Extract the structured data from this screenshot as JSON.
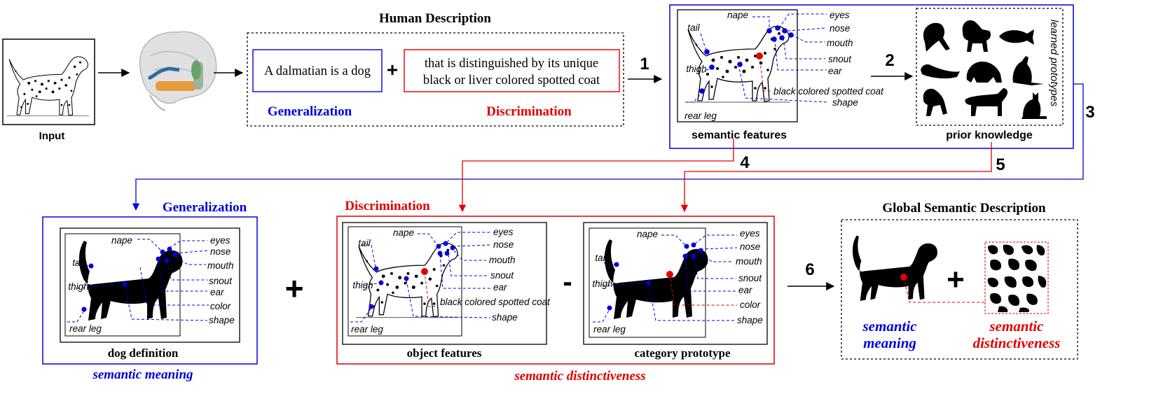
{
  "input": {
    "label": "Input"
  },
  "human": {
    "title": "Human Description",
    "generalization_text": "A dalmatian is a dog",
    "plus": "+",
    "discrimination_line1": "that is distinguished by its unique",
    "discrimination_line2": "black or liver colored spotted coat",
    "generalization_label": "Generalization",
    "discrimination_label": "Discrimination"
  },
  "steps": {
    "s1": "1",
    "s2": "2",
    "s3": "3",
    "s4": "4",
    "s5": "5",
    "s6": "6"
  },
  "semantic_features": {
    "caption": "semantic features",
    "labels": {
      "nape": "nape",
      "eyes": "eyes",
      "nose": "nose",
      "mouth": "mouth",
      "snout": "snout",
      "ear": "ear",
      "tail": "tail",
      "thigh": "thigh",
      "rear_leg": "rear leg",
      "coat": "black colored spotted coat",
      "shape": "shape"
    }
  },
  "prior_knowledge": {
    "caption": "prior knowledge",
    "side_label": "learned prototypes"
  },
  "generalization_panel": {
    "header": "Generalization",
    "caption": "dog definition",
    "footer": "semantic  meaning",
    "labels": {
      "nape": "nape",
      "eyes": "eyes",
      "nose": "nose",
      "tail": "tail",
      "mouth": "mouth",
      "thigh": "thigh",
      "snout": "snout",
      "ear": "ear",
      "color": "color",
      "rear_leg": "rear leg",
      "shape": "shape"
    }
  },
  "plus_sign": "+",
  "minus_sign": "-",
  "discrimination_panel": {
    "header": "Discrimination",
    "footer": "semantic  distinctiveness",
    "object_caption": "object features",
    "prototype_caption": "category prototype",
    "object_labels": {
      "nape": "nape",
      "eyes": "eyes",
      "nose": "nose",
      "tail": "tail",
      "mouth": "mouth",
      "thigh": "thigh",
      "snout": "snout",
      "ear": "ear",
      "coat": "black colored spotted coat",
      "rear_leg": "rear leg",
      "shape": "shape"
    },
    "prototype_labels": {
      "nape": "nape",
      "eyes": "eyes",
      "nose": "nose",
      "tail": "tail",
      "mouth": "mouth",
      "thigh": "thigh",
      "snout": "snout",
      "ear": "ear",
      "color": "color",
      "rear_leg": "rear leg",
      "shape": "shape"
    }
  },
  "global": {
    "title": "Global Semantic Description",
    "plus": "+",
    "meaning_line1": "semantic",
    "meaning_line2": "meaning",
    "distinct_line1": "semantic",
    "distinct_line2": "distinctiveness"
  },
  "colors": {
    "blue": "#0000dd",
    "red": "#e00000",
    "black": "#000000"
  }
}
